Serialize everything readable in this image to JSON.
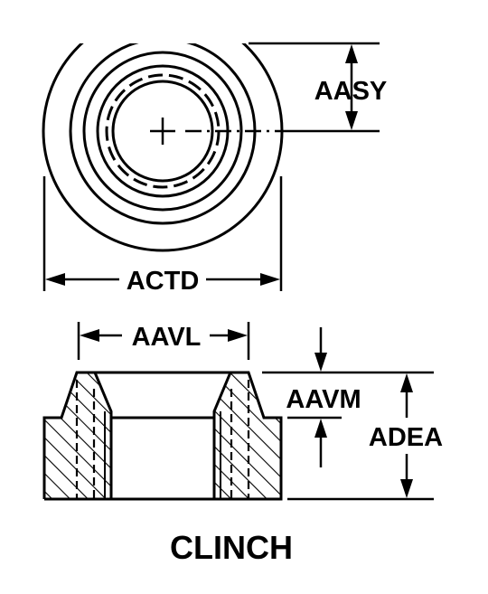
{
  "labels": {
    "aasy": "AASY",
    "actd": "ACTD",
    "aavl": "AAVL",
    "aavm": "AAVM",
    "adea": "ADEA"
  },
  "caption": "CLINCH",
  "colors": {
    "ink": "#000000",
    "background": "#ffffff"
  }
}
